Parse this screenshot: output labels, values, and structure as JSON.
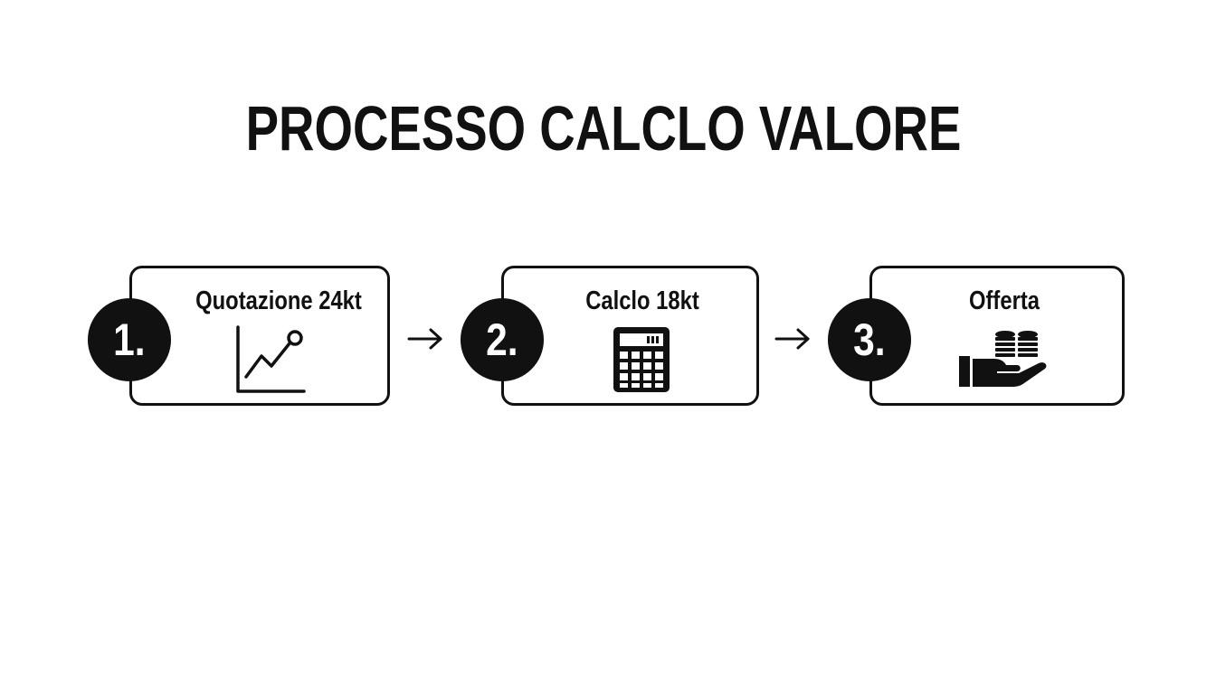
{
  "title": "PROCESSO CALCLO VALORE",
  "steps": [
    {
      "number": "1.",
      "label": "Quotazione 24kt",
      "icon": "line-chart-icon"
    },
    {
      "number": "2.",
      "label": "Calclo 18kt",
      "icon": "calculator-icon"
    },
    {
      "number": "3.",
      "label": "Offerta",
      "icon": "hand-coins-icon"
    }
  ],
  "connectors": [
    "arrow-right-icon",
    "arrow-right-icon"
  ],
  "colors": {
    "foreground": "#111111",
    "background": "#ffffff"
  }
}
